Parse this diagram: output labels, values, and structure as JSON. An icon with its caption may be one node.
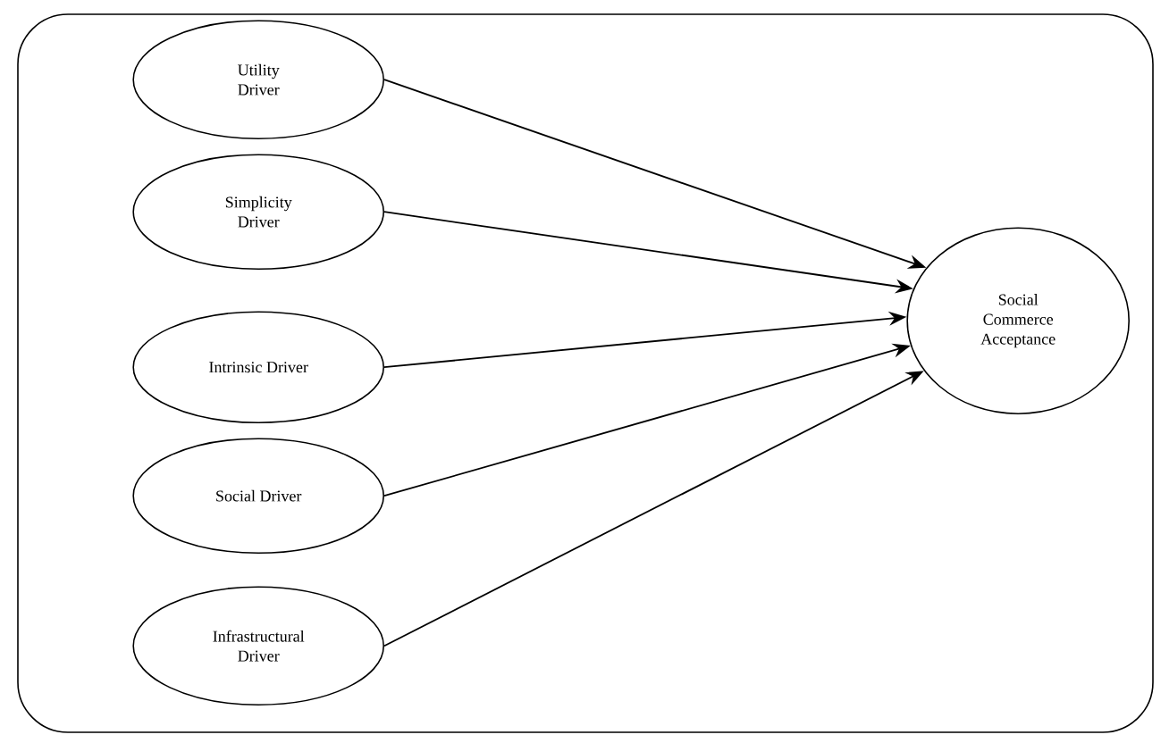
{
  "diagram": {
    "nodes": [
      {
        "text": [],
        "shape": "box"
      },
      {
        "text": [
          "Utility Driver"
        ],
        "in": 0
      },
      {
        "text": [
          "Simplicity Driver"
        ],
        "in": 0
      },
      {
        "text": [
          "Intrinsic Driver"
        ],
        "in": 0
      },
      {
        "text": [
          "Social Driver"
        ],
        "in": 0
      },
      {
        "text": [
          "Infrastructural Driver"
        ],
        "in": 0
      },
      {
        "text": [
          "Social Commerce Acceptance"
        ],
        "in": 0
      }
    ],
    "edges": [
      {
        "from": 1,
        "to": 6,
        "arrow": "to"
      },
      {
        "from": 2,
        "to": 6,
        "arrow": "to"
      },
      {
        "from": 3,
        "to": 6,
        "arrow": "to"
      },
      {
        "from": 4,
        "to": 6,
        "arrow": "to"
      },
      {
        "from": 5,
        "to": 6,
        "arrow": "to"
      }
    ]
  }
}
